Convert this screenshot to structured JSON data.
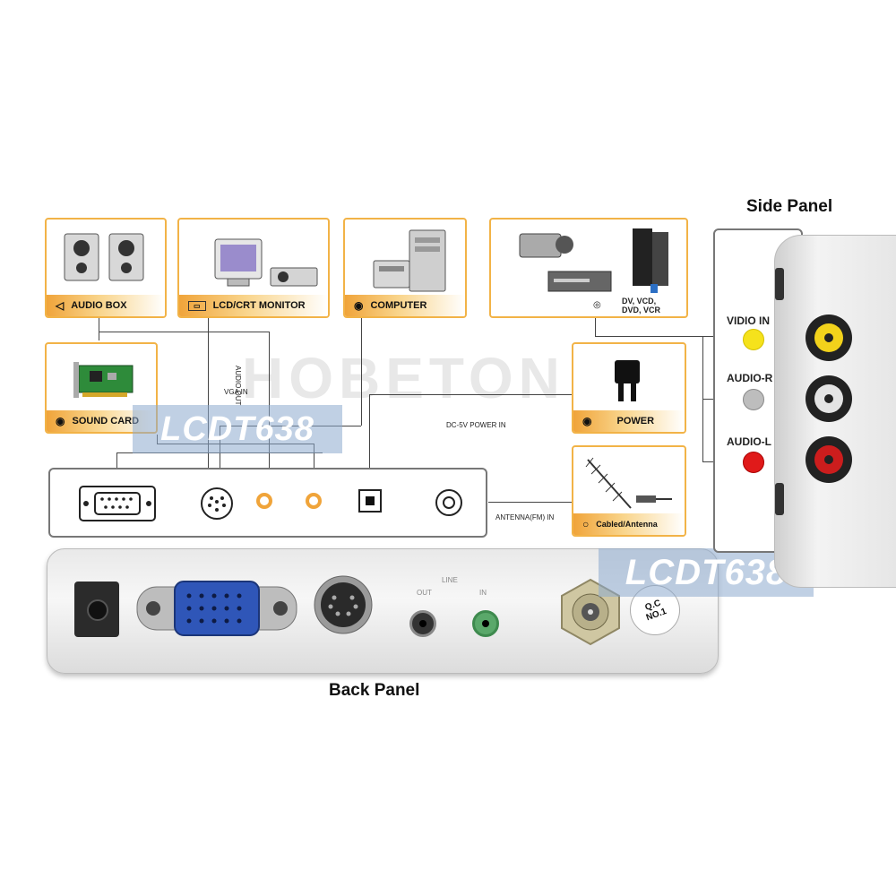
{
  "side_panel_title": "Side Panel",
  "back_panel_title": "Back Panel",
  "boxes": {
    "audio_box": "AUDIO BOX",
    "monitor": "LCD/CRT MONITOR",
    "computer": "COMPUTER",
    "dv": "DV, VCD,\nDVD, VCR",
    "sound_card": "SOUND  CARD",
    "power": "POWER",
    "antenna": "Cabled/Antenna"
  },
  "wire_labels": {
    "vga_in": "VGA IN",
    "audio_out": "AUDIO OUT",
    "dc_power": "DC-5V POWER IN",
    "antenna_in": "ANTENNA(FM) IN"
  },
  "side_ports": {
    "video_in": "VIDIO IN",
    "audio_r": "AUDIO-R",
    "audio_l": "AUDIO-L"
  },
  "watermark": "LCDT638",
  "bg_watermark": "HOBETON",
  "device_labels": {
    "line": "LINE",
    "out": "OUT",
    "in": "IN",
    "qc": "Q.C\nNO.1"
  },
  "colors": {
    "accent": "#f0a43a",
    "video": "#f5e21c",
    "audio_r": "#bdbdbd",
    "audio_l": "#e01a1a"
  }
}
